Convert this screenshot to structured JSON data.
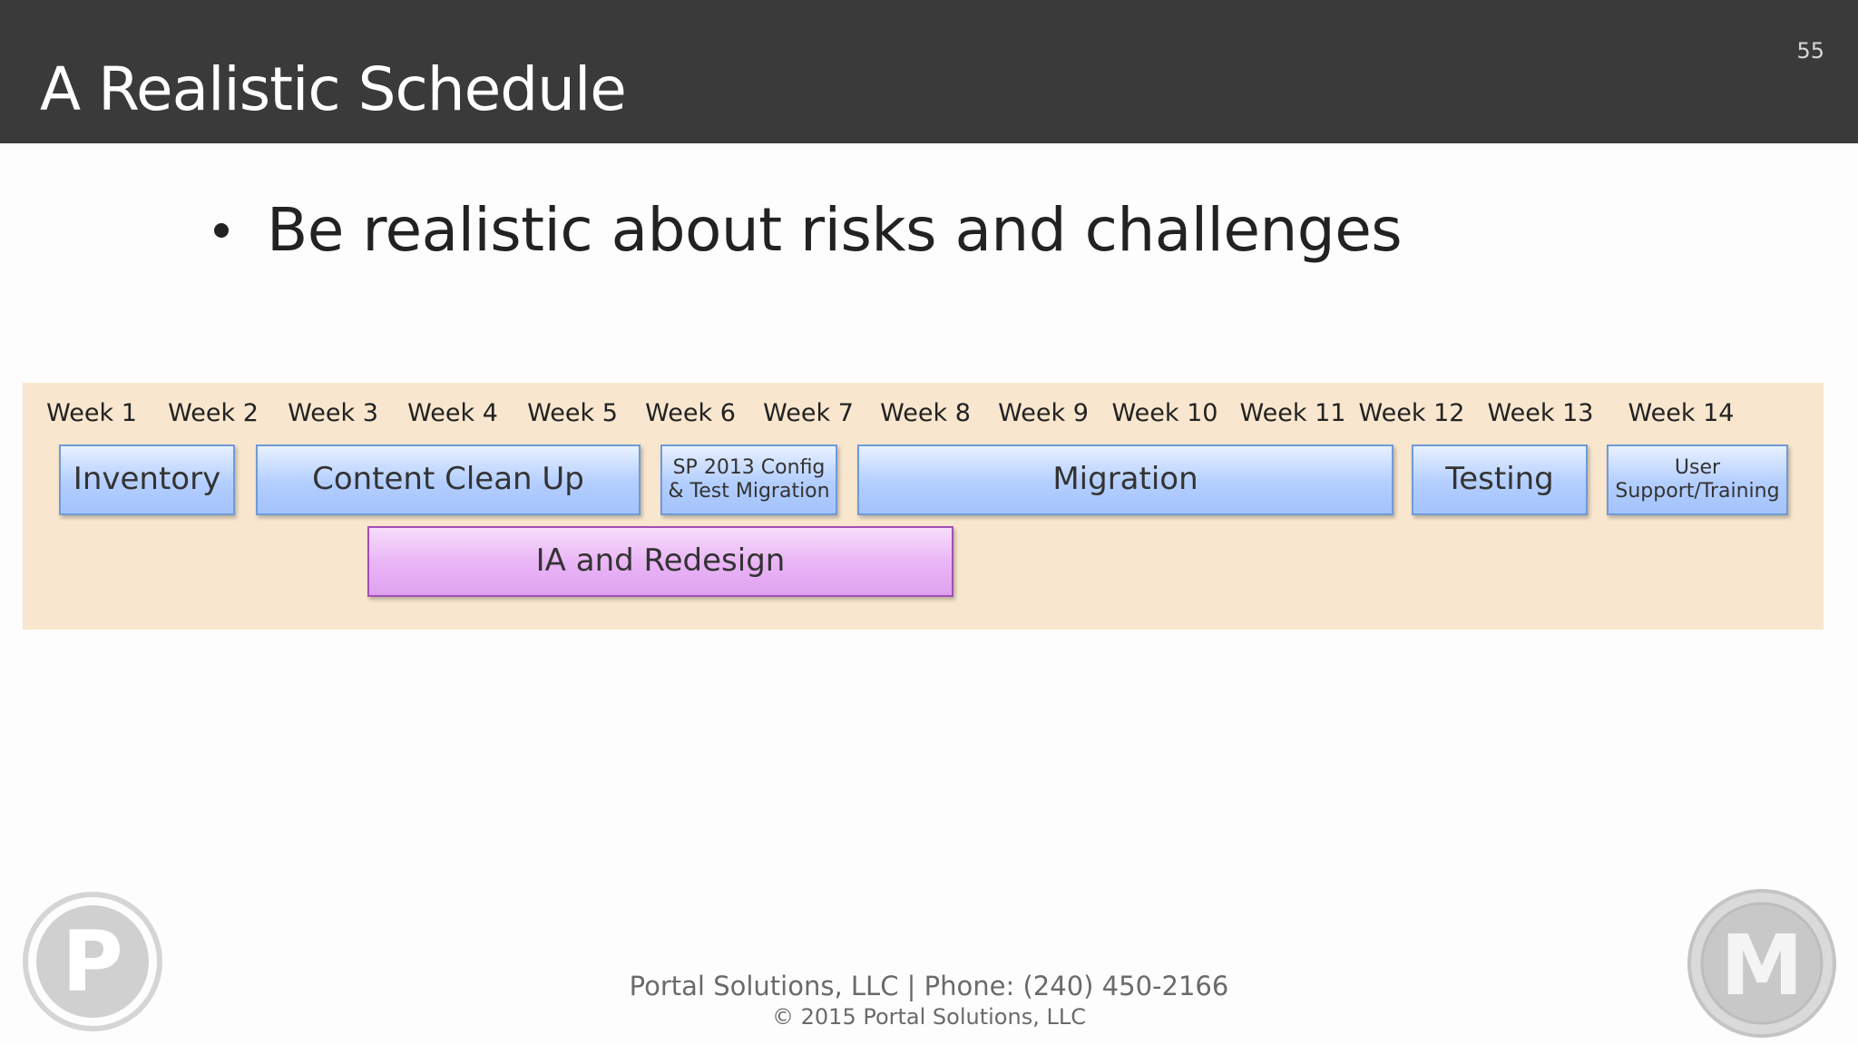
{
  "slide": {
    "title": "A Realistic Schedule",
    "number": "55",
    "bullet": "Be realistic about risks and challenges"
  },
  "schedule": {
    "weeks": [
      "Week 1",
      "Week 2",
      "Week 3",
      "Week 4",
      "Week 5",
      "Week 6",
      "Week 7",
      "Week 8",
      "Week 9",
      "Week 10",
      "Week 11",
      "Week 12",
      "Week 13",
      "Week 14"
    ],
    "tasks": [
      {
        "label": "Inventory",
        "color": "blue"
      },
      {
        "label": "Content Clean Up",
        "color": "blue"
      },
      {
        "label": "SP 2013 Config\n& Test Migration",
        "color": "blue"
      },
      {
        "label": "Migration",
        "color": "blue"
      },
      {
        "label": "Testing",
        "color": "blue"
      },
      {
        "label": "User\nSupport/Training",
        "color": "blue"
      },
      {
        "label": "IA and Redesign",
        "color": "purple"
      }
    ]
  },
  "footer": {
    "company_phone": "Portal Solutions, LLC  |  Phone: (240) 450-2166",
    "copyright": "© 2015 Portal Solutions, LLC"
  },
  "colors": {
    "header_bg": "#3a3a3a",
    "schedule_bg": "#f8e6ce",
    "task_blue": "#b3ceff",
    "task_purple": "#e9b3f5"
  },
  "logos": {
    "left": "P",
    "right": "M"
  }
}
